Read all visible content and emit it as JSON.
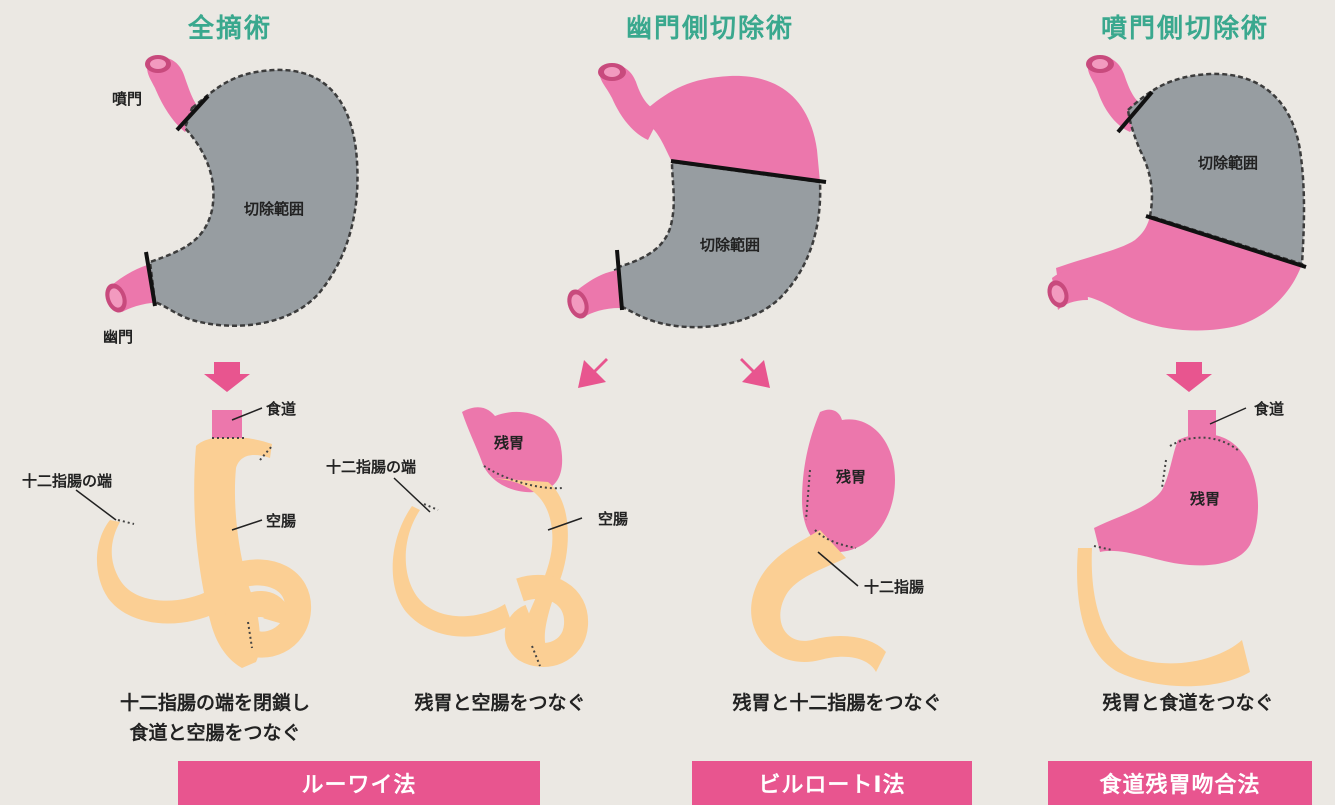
{
  "colors": {
    "background": "#ebe8e3",
    "title": "#3aa88e",
    "stomach_pink": "#ec77ac",
    "resected_gray": "#979da1",
    "intestine": "#fbcf94",
    "band": "#e8558f"
  },
  "columns": {
    "total": {
      "title": "全摘術",
      "label_cardia": "噴門",
      "label_pylorus": "幽門",
      "label_resection": "切除範囲"
    },
    "distal": {
      "title": "幽門側切除術",
      "label_resection": "切除範囲"
    },
    "proximal": {
      "title": "噴門側切除術",
      "label_resection": "切除範囲"
    }
  },
  "reconstructions": {
    "roux_en_y": {
      "esophagus": "食道",
      "duodenum_end": "十二指腸の端",
      "jejunum": "空腸",
      "caption_line1": "十二指腸の端を閉鎖し",
      "caption_line2": "食道と空腸をつなぐ"
    },
    "roux_en_y_distal": {
      "remnant": "残胃",
      "duodenum_end": "十二指腸の端",
      "jejunum": "空腸",
      "caption": "残胃と空腸をつなぐ"
    },
    "billroth": {
      "remnant": "残胃",
      "duodenum": "十二指腸",
      "caption": "残胃と十二指腸をつなぐ"
    },
    "esophagogastric": {
      "esophagus": "食道",
      "remnant": "残胃",
      "caption": "残胃と食道をつなぐ"
    }
  },
  "bands": {
    "roux": "ルーワイ法",
    "billroth": "ビルロートI法",
    "esophago": "食道残胃吻合法"
  }
}
